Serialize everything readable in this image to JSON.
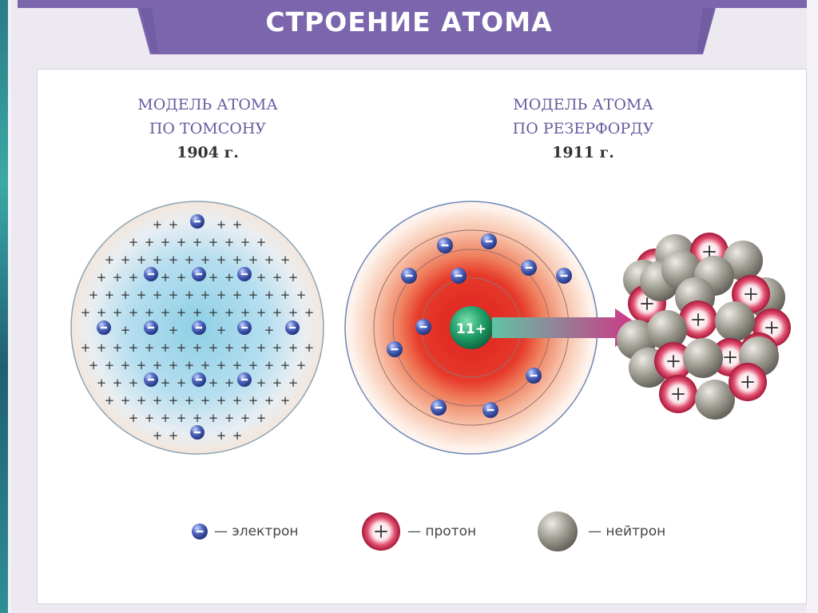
{
  "title": "СТРОЕНИЕ АТОМА",
  "thomson": {
    "line1": "МОДЕЛЬ АТОМА",
    "line2": "ПО ТОМСОНУ",
    "year": "1904 г."
  },
  "rutherford": {
    "line1": "МОДЕЛЬ АТОМА",
    "line2": "ПО РЕЗЕРФОРДУ",
    "year": "1911 г.",
    "nucleus_charge": "11+"
  },
  "legend": {
    "electron": "— электрон",
    "proton": "— протон",
    "neutron": "— нейтрон"
  },
  "colors": {
    "banner": "#7b66ad",
    "electron": "#3f55a8",
    "proton": "#cc2b4f",
    "neutron": "#8e8a82",
    "nucleus": "#1e9a64",
    "thomson_fill": "#9fd6e6",
    "rutherford_core": "#e02a2a"
  }
}
